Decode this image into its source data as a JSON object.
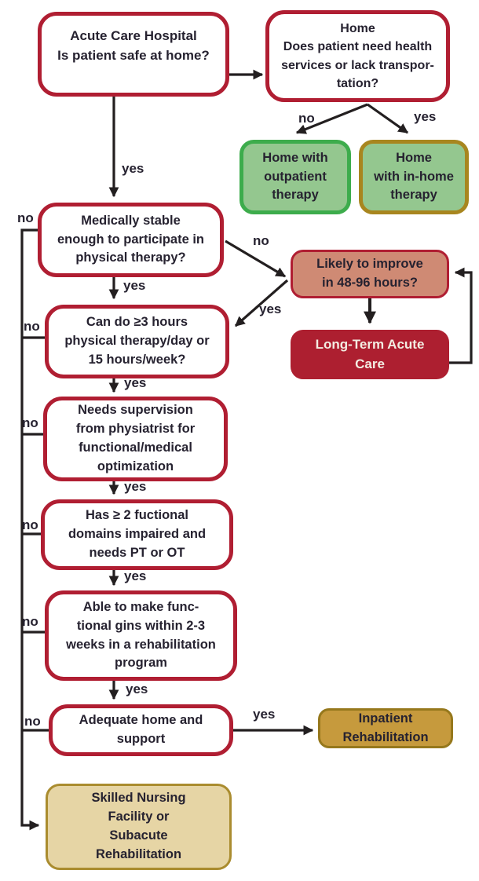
{
  "title": "Acute care discharge decision flowchart",
  "palette": {
    "crimson": "#b01e32",
    "dark_red_fill": "#ad1f30",
    "salmon_fill": "#cf8a74",
    "green_fill": "#94c78f",
    "green_border": "#3dac4c",
    "olive_border": "#a8861f",
    "gold_fill": "#c69a3d",
    "tan_fill": "#e6d5a5",
    "line_ink": "#231f20",
    "text_ink": "#262230",
    "light_text": "#f3ede2"
  },
  "nodes": {
    "acute": {
      "text": "Acute Care Hospital\nIs patient safe at home?"
    },
    "home": {
      "text": "Home\nDoes patient need health\nservices or lack transpor-\ntation?"
    },
    "home_outpatient": {
      "text": "Home with\noutpatient\ntherapy"
    },
    "home_inhome": {
      "text": "Home\nwith in-home\ntherapy"
    },
    "medically_stable": {
      "text": "Medically stable\nenough to participate in\nphysical therapy?"
    },
    "likely_improve": {
      "text": "Likely to improve\nin 48-96 hours?"
    },
    "ltac": {
      "text": "Long-Term Acute\nCare"
    },
    "can_do": {
      "text": "Can do ≥3 hours\nphysical therapy/day or\n15 hours/week?"
    },
    "needs_supervision": {
      "text": "Needs supervision\nfrom physiatrist for\nfunctional/medical\noptimization"
    },
    "functional_domains": {
      "text": "Has ≥ 2 fuctional\ndomains impaired and\nneeds  PT or OT"
    },
    "functional_gains": {
      "text": "Able to make func-\ntional gins within 2-3\nweeks in a rehabilitation\nprogram"
    },
    "adequate_home": {
      "text": "Adequate home and\nsupport"
    },
    "inpatient_rehab": {
      "text": "Inpatient\nRehabilitation"
    },
    "snf": {
      "text": "Skilled Nursing\nFacility or\nSubacute\nRehabilitation"
    }
  },
  "labels": {
    "yes": "yes",
    "no": "no"
  }
}
